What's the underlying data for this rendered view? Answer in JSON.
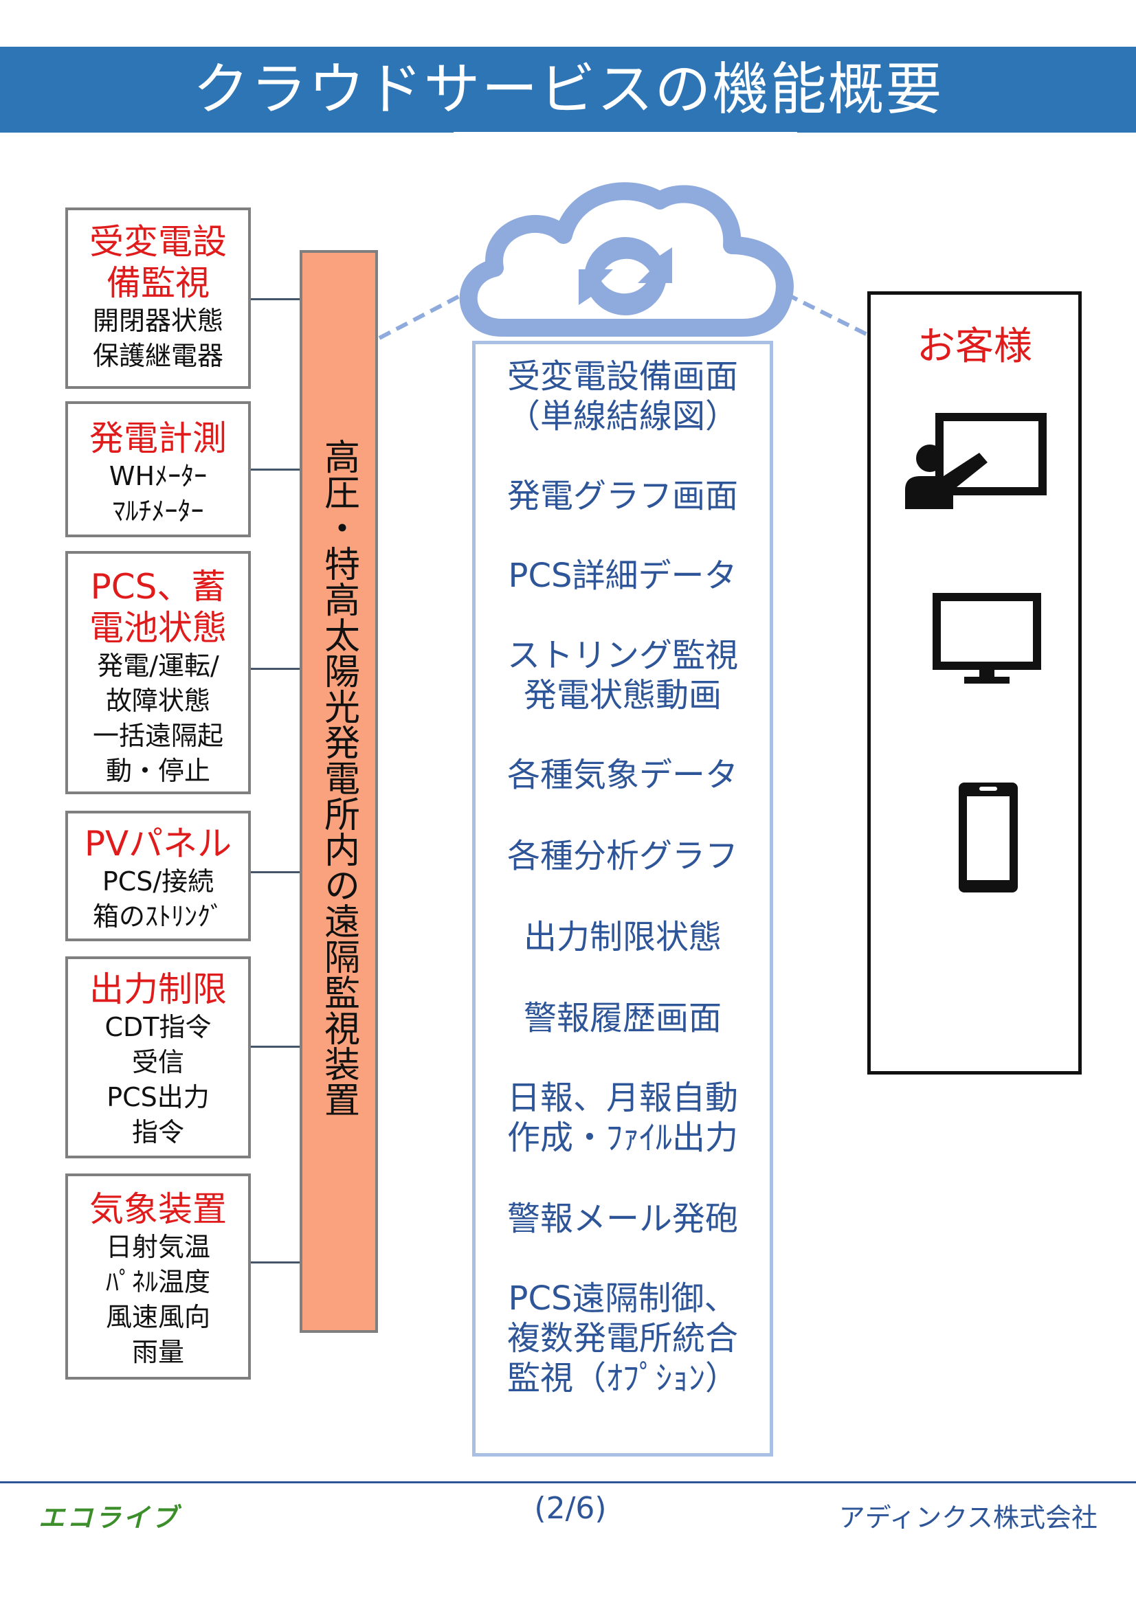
{
  "header": {
    "title": "クラウドサービスの機能概要"
  },
  "devices": [
    {
      "title_lines": [
        "受変電設",
        "備監視"
      ],
      "sub_lines": [
        "開閉器状態",
        "保護継電器"
      ]
    },
    {
      "title_lines": [
        "発電計測"
      ],
      "sub_lines": [
        "WHﾒｰﾀｰ",
        "ﾏﾙﾁﾒｰﾀｰ"
      ]
    },
    {
      "title_lines": [
        "PCS、蓄",
        "電池状態"
      ],
      "sub_lines": [
        "発電/運転/",
        "故障状態",
        "一括遠隔起",
        "動・停止"
      ]
    },
    {
      "title_lines": [
        "PVパネル"
      ],
      "sub_lines": [
        "PCS/接続",
        "箱のｽﾄﾘﾝｸﾞ"
      ]
    },
    {
      "title_lines": [
        "出力制限"
      ],
      "sub_lines": [
        "CDT指令",
        "受信",
        "PCS出力",
        "指令"
      ]
    },
    {
      "title_lines": [
        "気象装置"
      ],
      "sub_lines": [
        "日射気温",
        "ﾊﾟﾈﾙ温度",
        "風速風向",
        "雨量"
      ]
    }
  ],
  "monitor": {
    "label": "高圧・特高太陽光発電所内の遠隔監視装置"
  },
  "services": [
    {
      "lines": [
        "受変電設備画面",
        "（単線結線図）"
      ]
    },
    {
      "lines": [
        "発電グラフ画面"
      ]
    },
    {
      "lines": [
        "PCS詳細データ"
      ]
    },
    {
      "lines": [
        "ストリング監視",
        "発電状態動画"
      ]
    },
    {
      "lines": [
        "各種気象データ"
      ]
    },
    {
      "lines": [
        "各種分析グラフ"
      ]
    },
    {
      "lines": [
        "出力制限状態"
      ]
    },
    {
      "lines": [
        "警報履歴画面"
      ]
    },
    {
      "lines": [
        "日報、月報自動",
        "作成・ﾌｧｲﾙ出力"
      ]
    },
    {
      "lines": [
        "警報メール発砲"
      ]
    },
    {
      "lines": [
        "PCS遠隔制御、",
        "複数発電所統合",
        "監視（ｵﾌﾟｼｮﾝ）"
      ]
    }
  ],
  "customer": {
    "title": "お客様",
    "icons": [
      "presentation-icon",
      "monitor-icon",
      "smartphone-icon"
    ]
  },
  "footer": {
    "logo": "エコライブ",
    "page": "(2/6)",
    "company": "アディンクス株式会社"
  },
  "colors": {
    "header_bg": "#2e75b6",
    "accent_red": "#e01b1b",
    "service_text": "#2e5597",
    "monitor_bar": "#f9a27d",
    "cloud": "#8faadc"
  }
}
